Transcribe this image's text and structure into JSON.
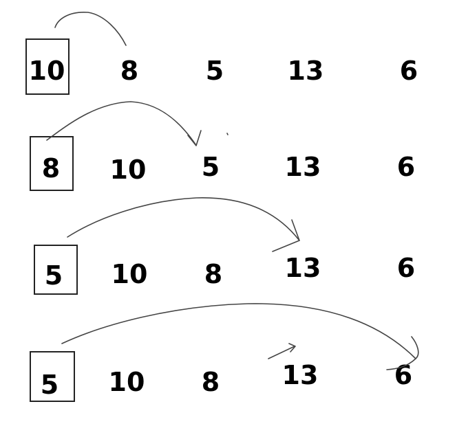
{
  "rows": [
    {
      "values": [
        "10",
        "8",
        "5",
        "13",
        "6"
      ],
      "highlighted_index": 0
    },
    {
      "values": [
        "8",
        "10",
        "5",
        "13",
        "6"
      ],
      "highlighted_index": 0
    },
    {
      "values": [
        "5",
        "10",
        "8",
        "13",
        "6"
      ],
      "highlighted_index": 0
    },
    {
      "values": [
        "5",
        "10",
        "8",
        "13",
        "6"
      ],
      "highlighted_index": 0
    }
  ],
  "colors": {
    "text": "#000000",
    "box": "#222222",
    "arrow": "#444444",
    "background": "#ffffff"
  }
}
